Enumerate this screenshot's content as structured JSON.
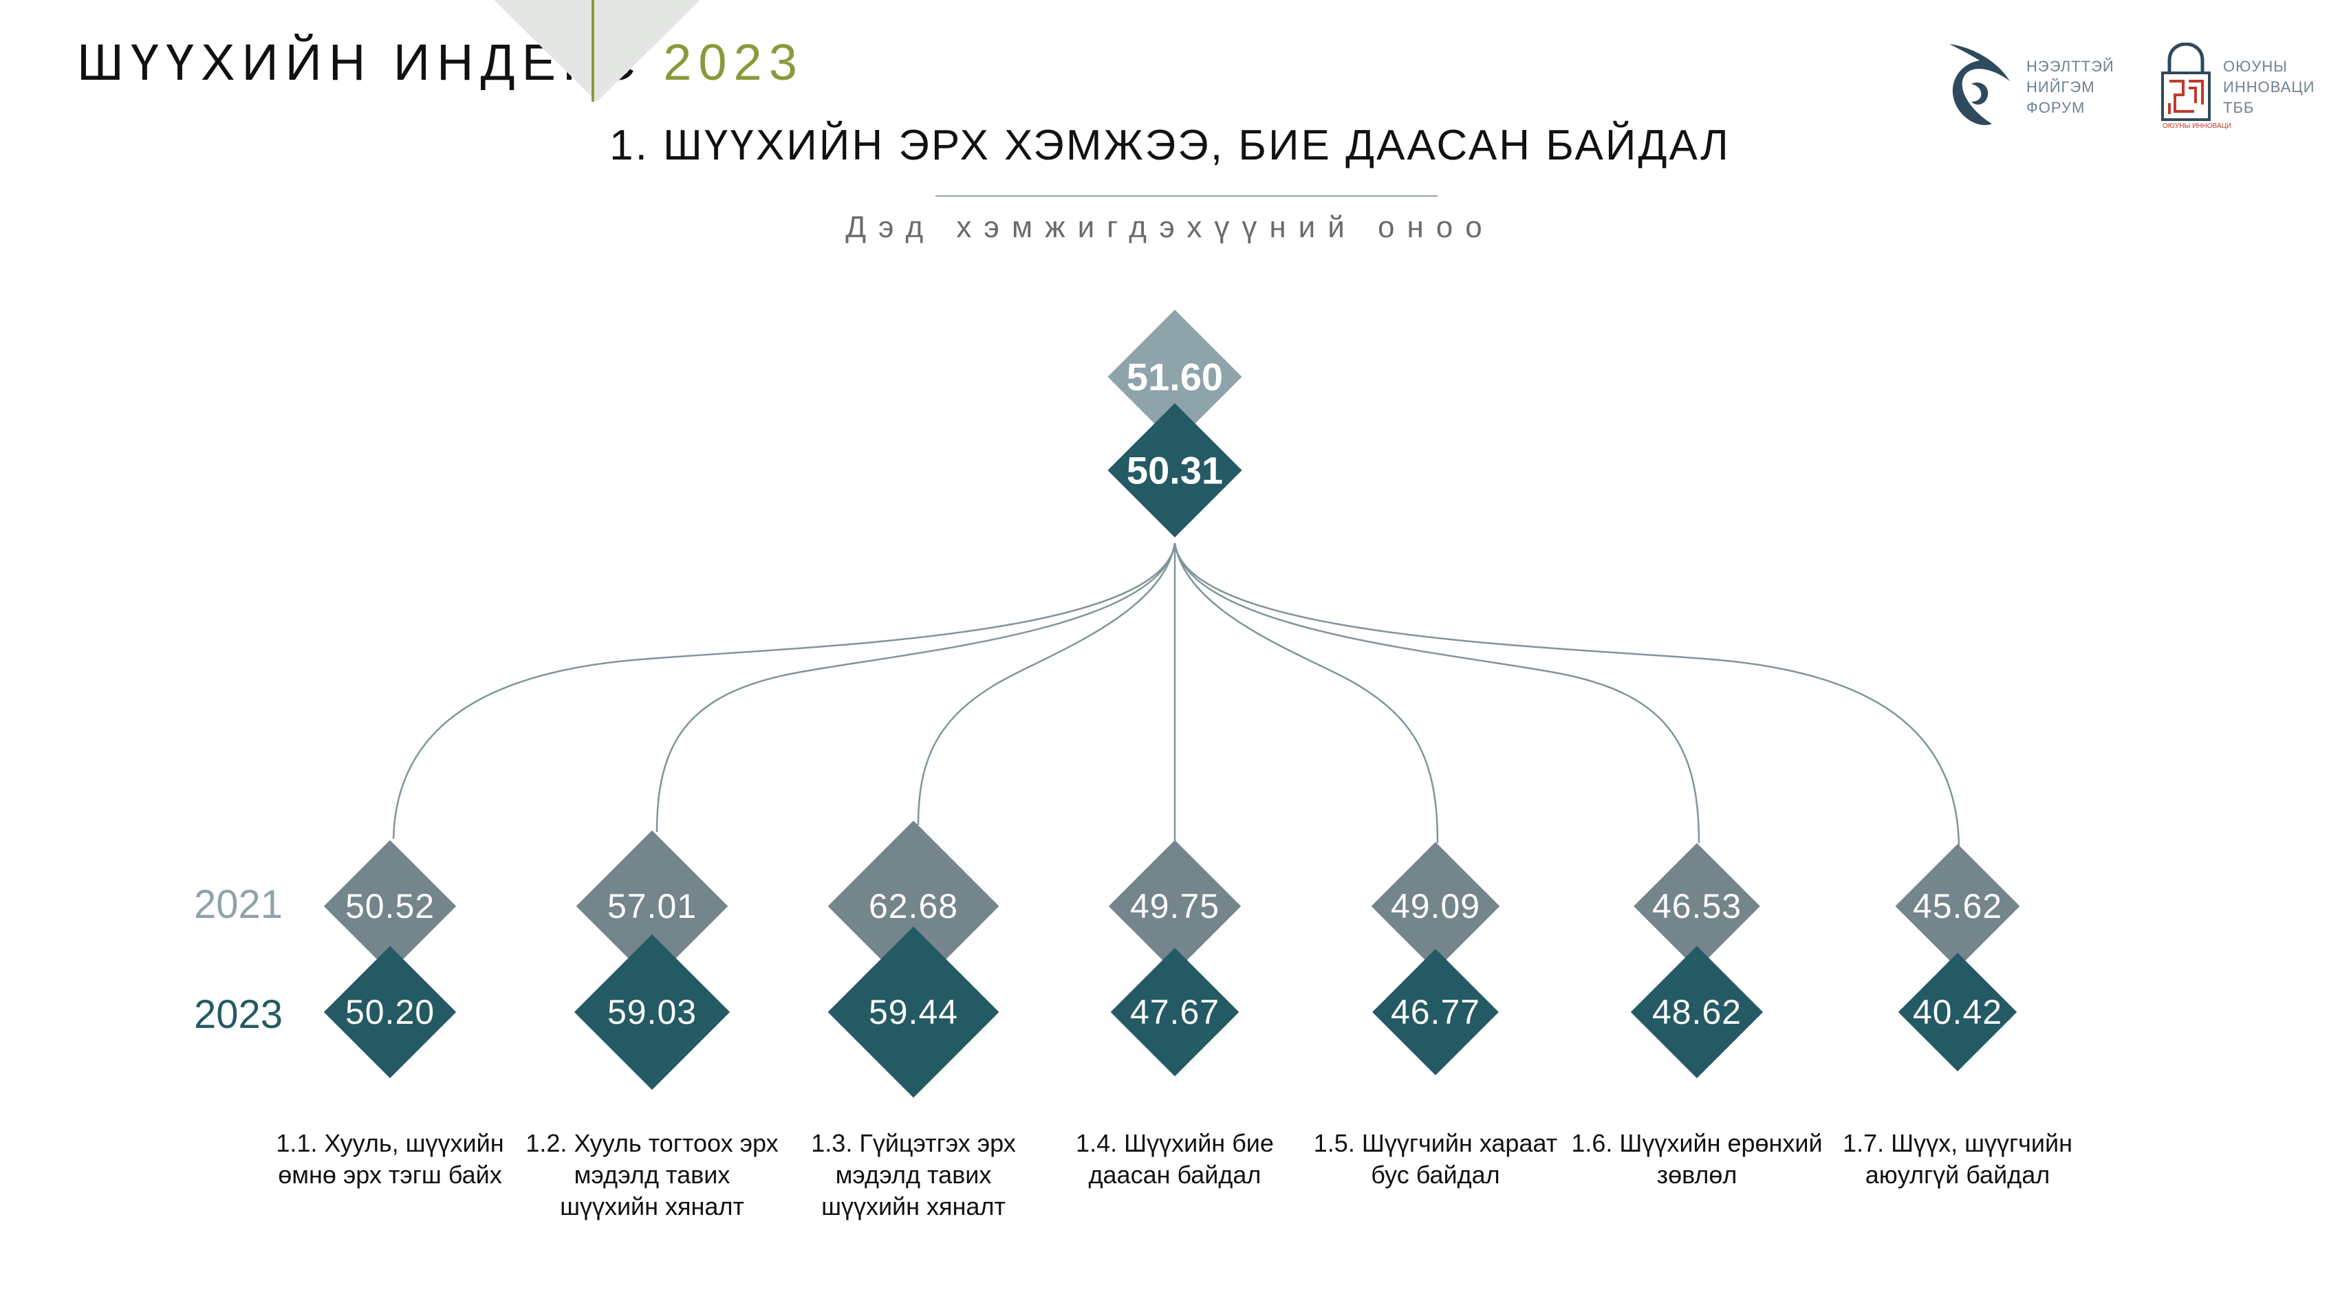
{
  "header": {
    "brand_text": "ШҮҮХИЙН ИНДЕКС ",
    "brand_year": "2023",
    "title": "1. ШҮҮХИЙН ЭРХ ХЭМЖЭЭ, БИЕ ДААСАН БАЙДАЛ",
    "subtitle": "Дэд хэмжигдэхүүний оноо"
  },
  "logos": {
    "forum": [
      "НЭЭЛТТЭЙ",
      "НИЙГЭМ",
      "ФОРУМ"
    ],
    "innovation": [
      "ОЮУНЫ",
      "ИННОВАЦИ",
      "ТББ"
    ],
    "innovation_small": "ОЮУНЫ ИННОВАЦИ"
  },
  "colors": {
    "year_2021": "#74858c",
    "year_2023": "#245a63",
    "top_2021": "#8ea3aa",
    "accent": "#8a9a3a"
  },
  "years": [
    "2021",
    "2023"
  ],
  "top": {
    "v2021": "51.60",
    "v2023": "50.31"
  },
  "items": [
    {
      "v2021": "50.52",
      "v2023": "50.20",
      "label": [
        "1.1. Хууль, шүүхийн",
        "өмнө эрх тэгш байх"
      ]
    },
    {
      "v2021": "57.01",
      "v2023": "59.03",
      "label": [
        "1.2. Хууль тогтоох эрх",
        "мэдэлд тавих",
        "шүүхийн хяналт"
      ]
    },
    {
      "v2021": "62.68",
      "v2023": "59.44",
      "label": [
        "1.3. Гүйцэтгэх эрх",
        "мэдэлд тавих",
        "шүүхийн хяналт"
      ]
    },
    {
      "v2021": "49.75",
      "v2023": "47.67",
      "label": [
        "1.4. Шүүхийн бие",
        "даасан байдал"
      ]
    },
    {
      "v2021": "49.09",
      "v2023": "46.77",
      "label": [
        "1.5. Шүүгчийн хараат",
        "бус байдал"
      ]
    },
    {
      "v2021": "46.53",
      "v2023": "48.62",
      "label": [
        "1.6. Шүүхийн ерөнхий",
        "зөвлөл"
      ]
    },
    {
      "v2021": "45.62",
      "v2023": "40.42",
      "label": [
        "1.7. Шүүх, шүүгчийн",
        "аюулгүй байдал"
      ]
    }
  ]
}
